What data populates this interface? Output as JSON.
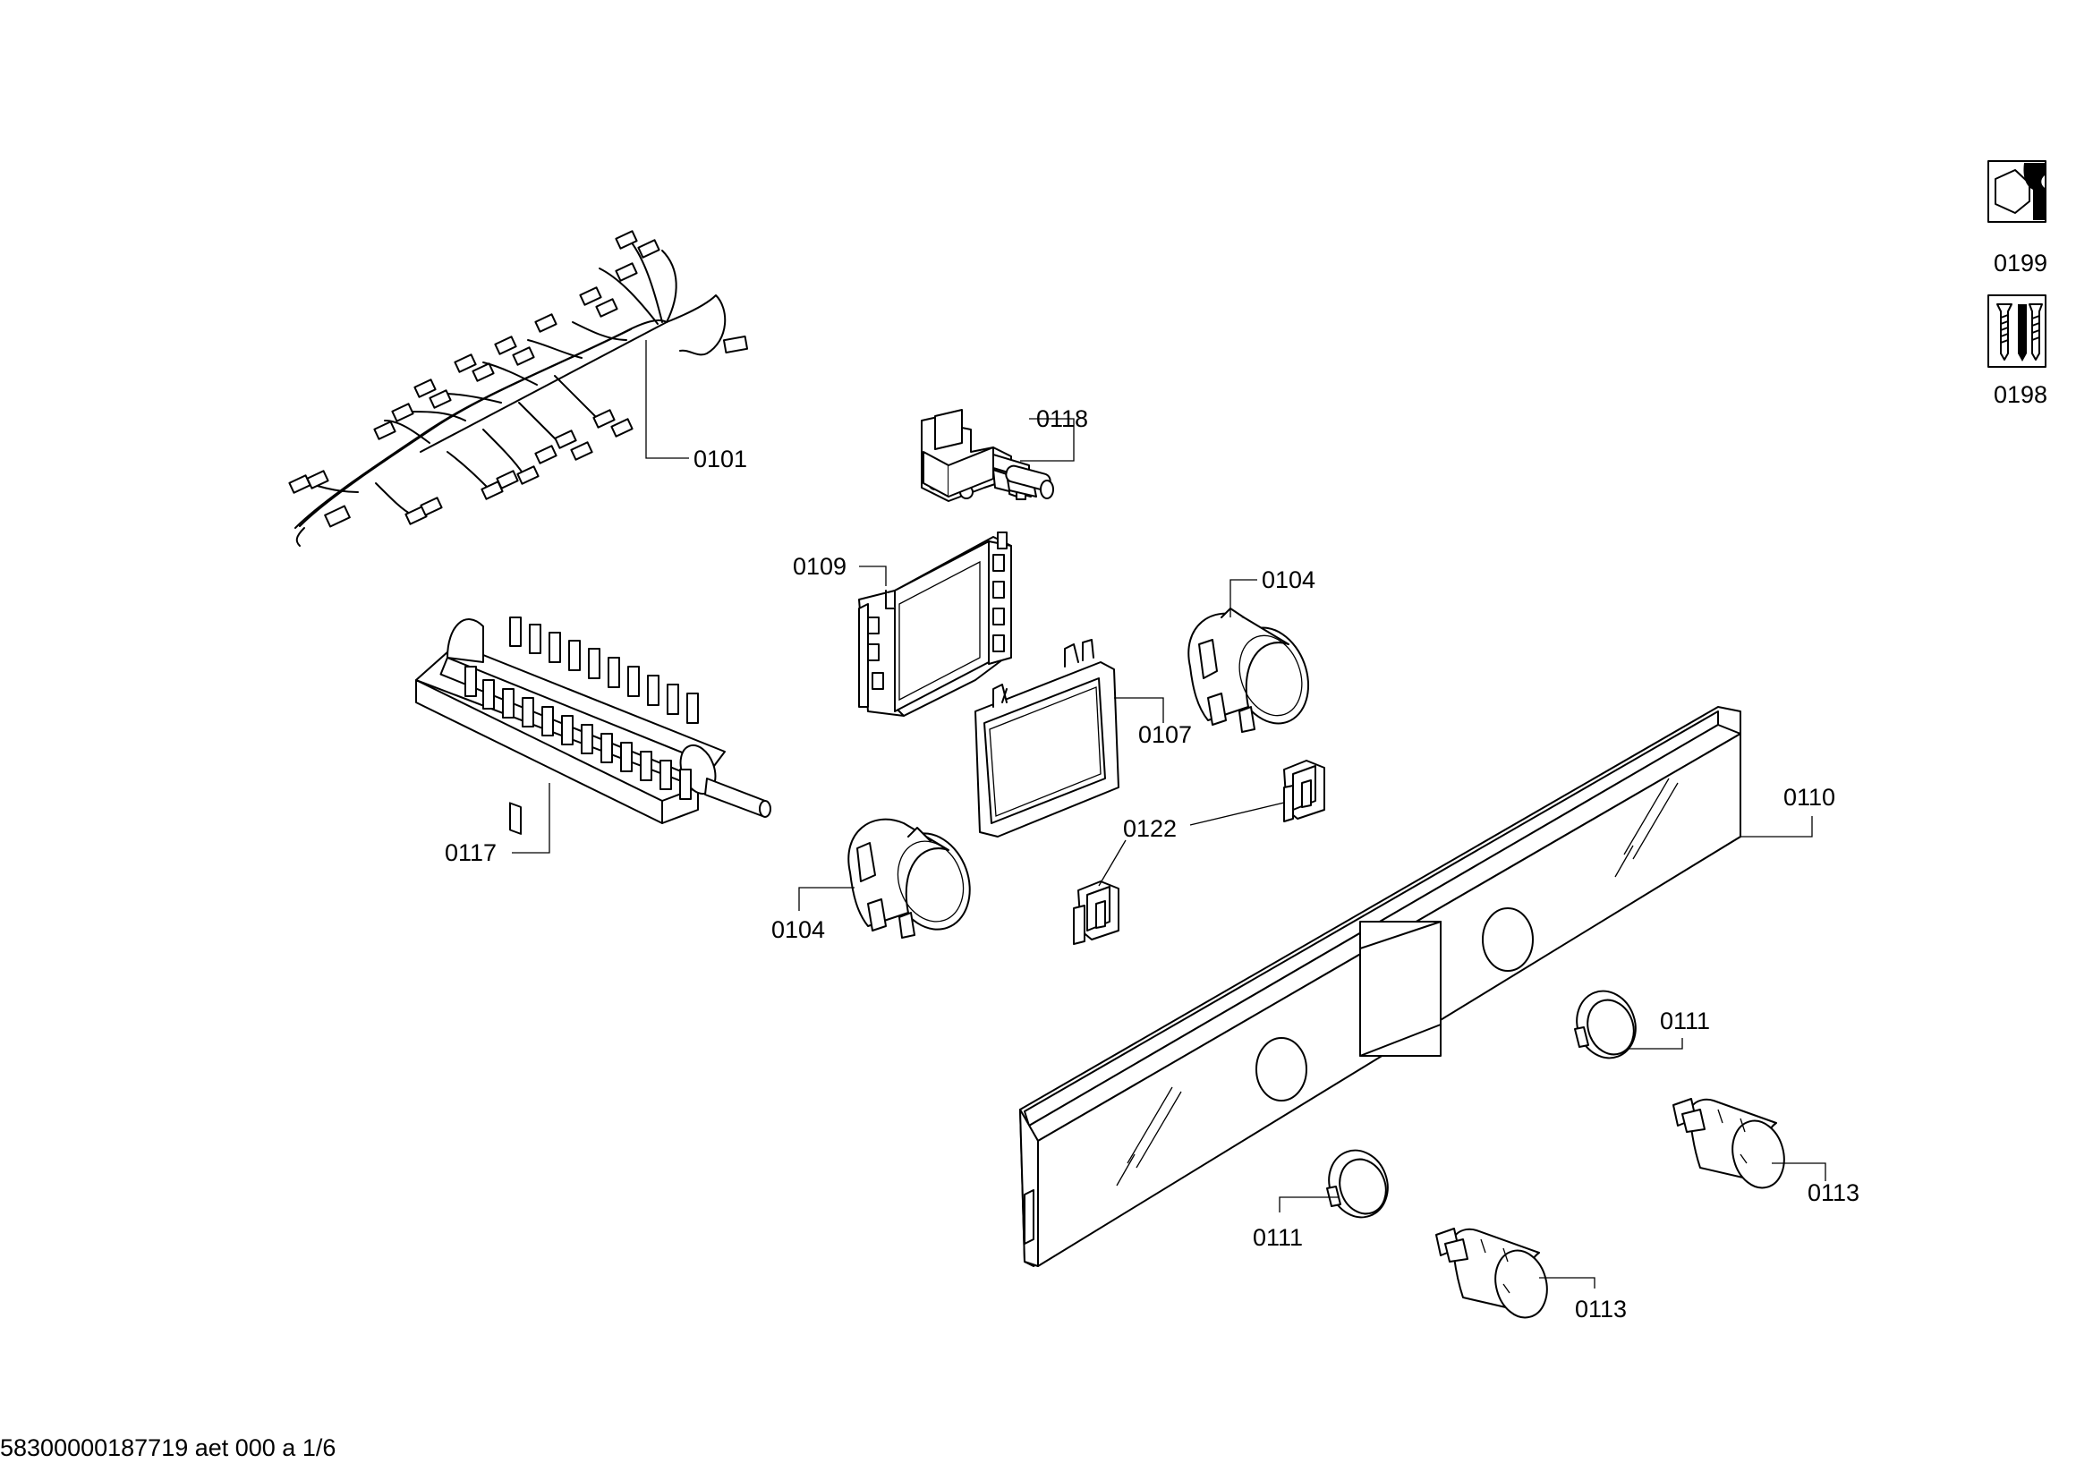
{
  "diagram": {
    "callouts": [
      {
        "id": "harness",
        "label": "0101"
      },
      {
        "id": "encoder",
        "label": "0118"
      },
      {
        "id": "module",
        "label": "0109"
      },
      {
        "id": "ring-upper",
        "label": "0104"
      },
      {
        "id": "frame",
        "label": "0107"
      },
      {
        "id": "switch",
        "label": "0117"
      },
      {
        "id": "ring-lower",
        "label": "0104"
      },
      {
        "id": "clips",
        "label": "0122"
      },
      {
        "id": "panel",
        "label": "0110"
      },
      {
        "id": "bezel-right",
        "label": "0111"
      },
      {
        "id": "bezel-left",
        "label": "0111"
      },
      {
        "id": "knob-right",
        "label": "0113"
      },
      {
        "id": "knob-left",
        "label": "0113"
      }
    ],
    "legend": [
      {
        "id": "tools",
        "label": "0199",
        "icon": "wrench-nut-icon"
      },
      {
        "id": "screws",
        "label": "0198",
        "icon": "screws-icon"
      }
    ],
    "footer": "58300000187719 aet 000 a 1/6"
  }
}
